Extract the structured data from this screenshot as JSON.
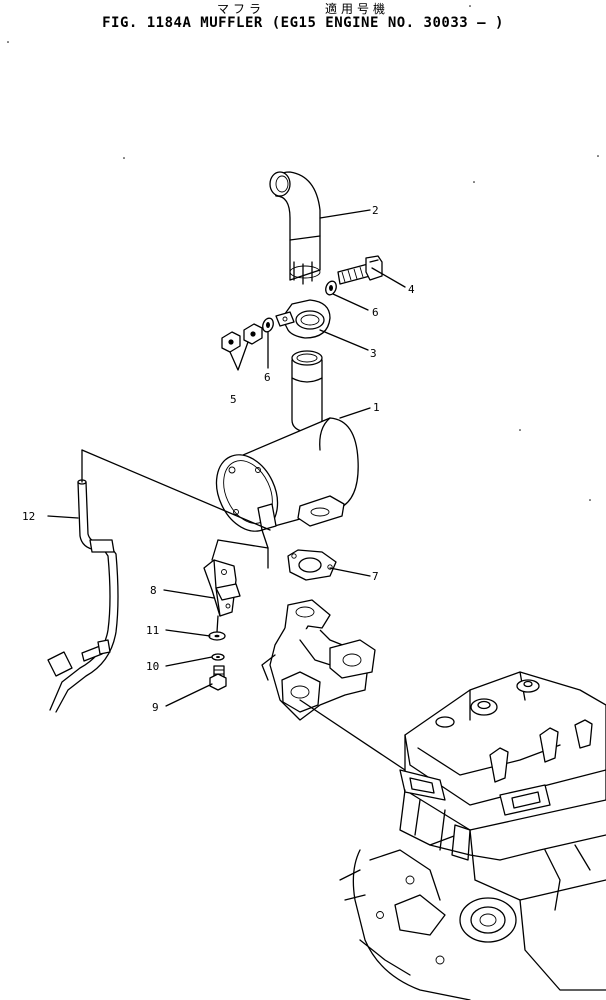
{
  "header": {
    "japanese_name": "マフラ",
    "japanese_applicability": "適用号機",
    "title": "FIG. 1184A  MUFFLER (EG15 ENGINE NO. 30033 — )"
  },
  "callouts": [
    {
      "id": "c1",
      "label": "1"
    },
    {
      "id": "c2",
      "label": "2"
    },
    {
      "id": "c3",
      "label": "3"
    },
    {
      "id": "c4",
      "label": "4"
    },
    {
      "id": "c5",
      "label": "5"
    },
    {
      "id": "c6a",
      "label": "6"
    },
    {
      "id": "c6b",
      "label": "6"
    },
    {
      "id": "c7",
      "label": "7"
    },
    {
      "id": "c8",
      "label": "8"
    },
    {
      "id": "c9",
      "label": "9"
    },
    {
      "id": "c10",
      "label": "10"
    },
    {
      "id": "c11",
      "label": "11"
    },
    {
      "id": "c12",
      "label": "12"
    }
  ]
}
